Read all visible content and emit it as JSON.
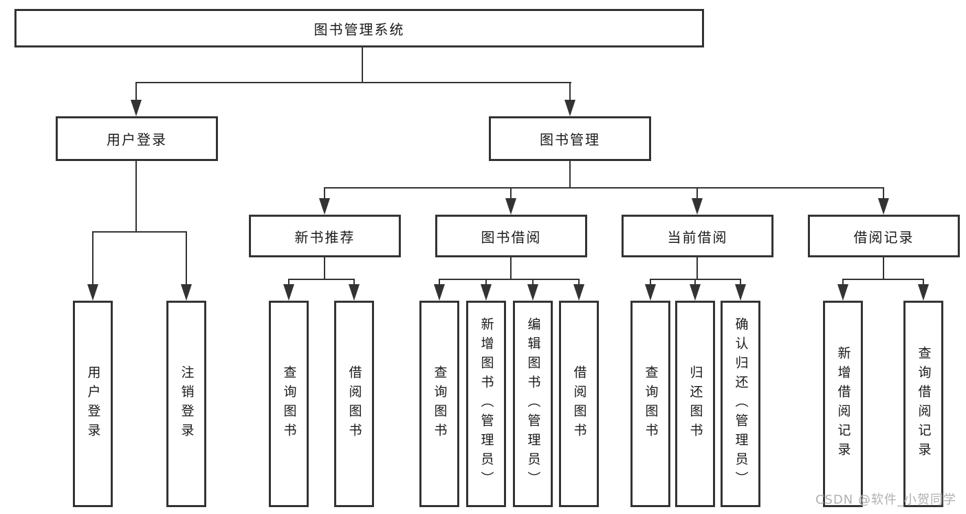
{
  "tree": {
    "root": {
      "label": "图书管理系统"
    },
    "children": [
      {
        "label": "用户登录",
        "children": [
          {
            "label": "用户登录"
          },
          {
            "label": "注销登录"
          }
        ]
      },
      {
        "label": "图书管理",
        "children": [
          {
            "label": "新书推荐",
            "children": [
              {
                "label": "查询图书"
              },
              {
                "label": "借阅图书"
              }
            ]
          },
          {
            "label": "图书借阅",
            "children": [
              {
                "label": "查询图书"
              },
              {
                "label": "新增图书（管理员）"
              },
              {
                "label": "编辑图书（管理员）"
              },
              {
                "label": "借阅图书"
              }
            ]
          },
          {
            "label": "当前借阅",
            "children": [
              {
                "label": "查询图书"
              },
              {
                "label": "归还图书"
              },
              {
                "label": "确认归还（管理员）"
              }
            ]
          },
          {
            "label": "借阅记录",
            "children": [
              {
                "label": "新增借阅记录"
              },
              {
                "label": "查询借阅记录"
              }
            ]
          }
        ]
      }
    ]
  },
  "watermark": {
    "text": "CSDN @软件_小贺同学"
  },
  "colors": {
    "line": "#333333",
    "text": "#1a1a1a",
    "box_bg": "#ffffff",
    "background": "#ffffff",
    "watermark": "#b0b0b0"
  }
}
